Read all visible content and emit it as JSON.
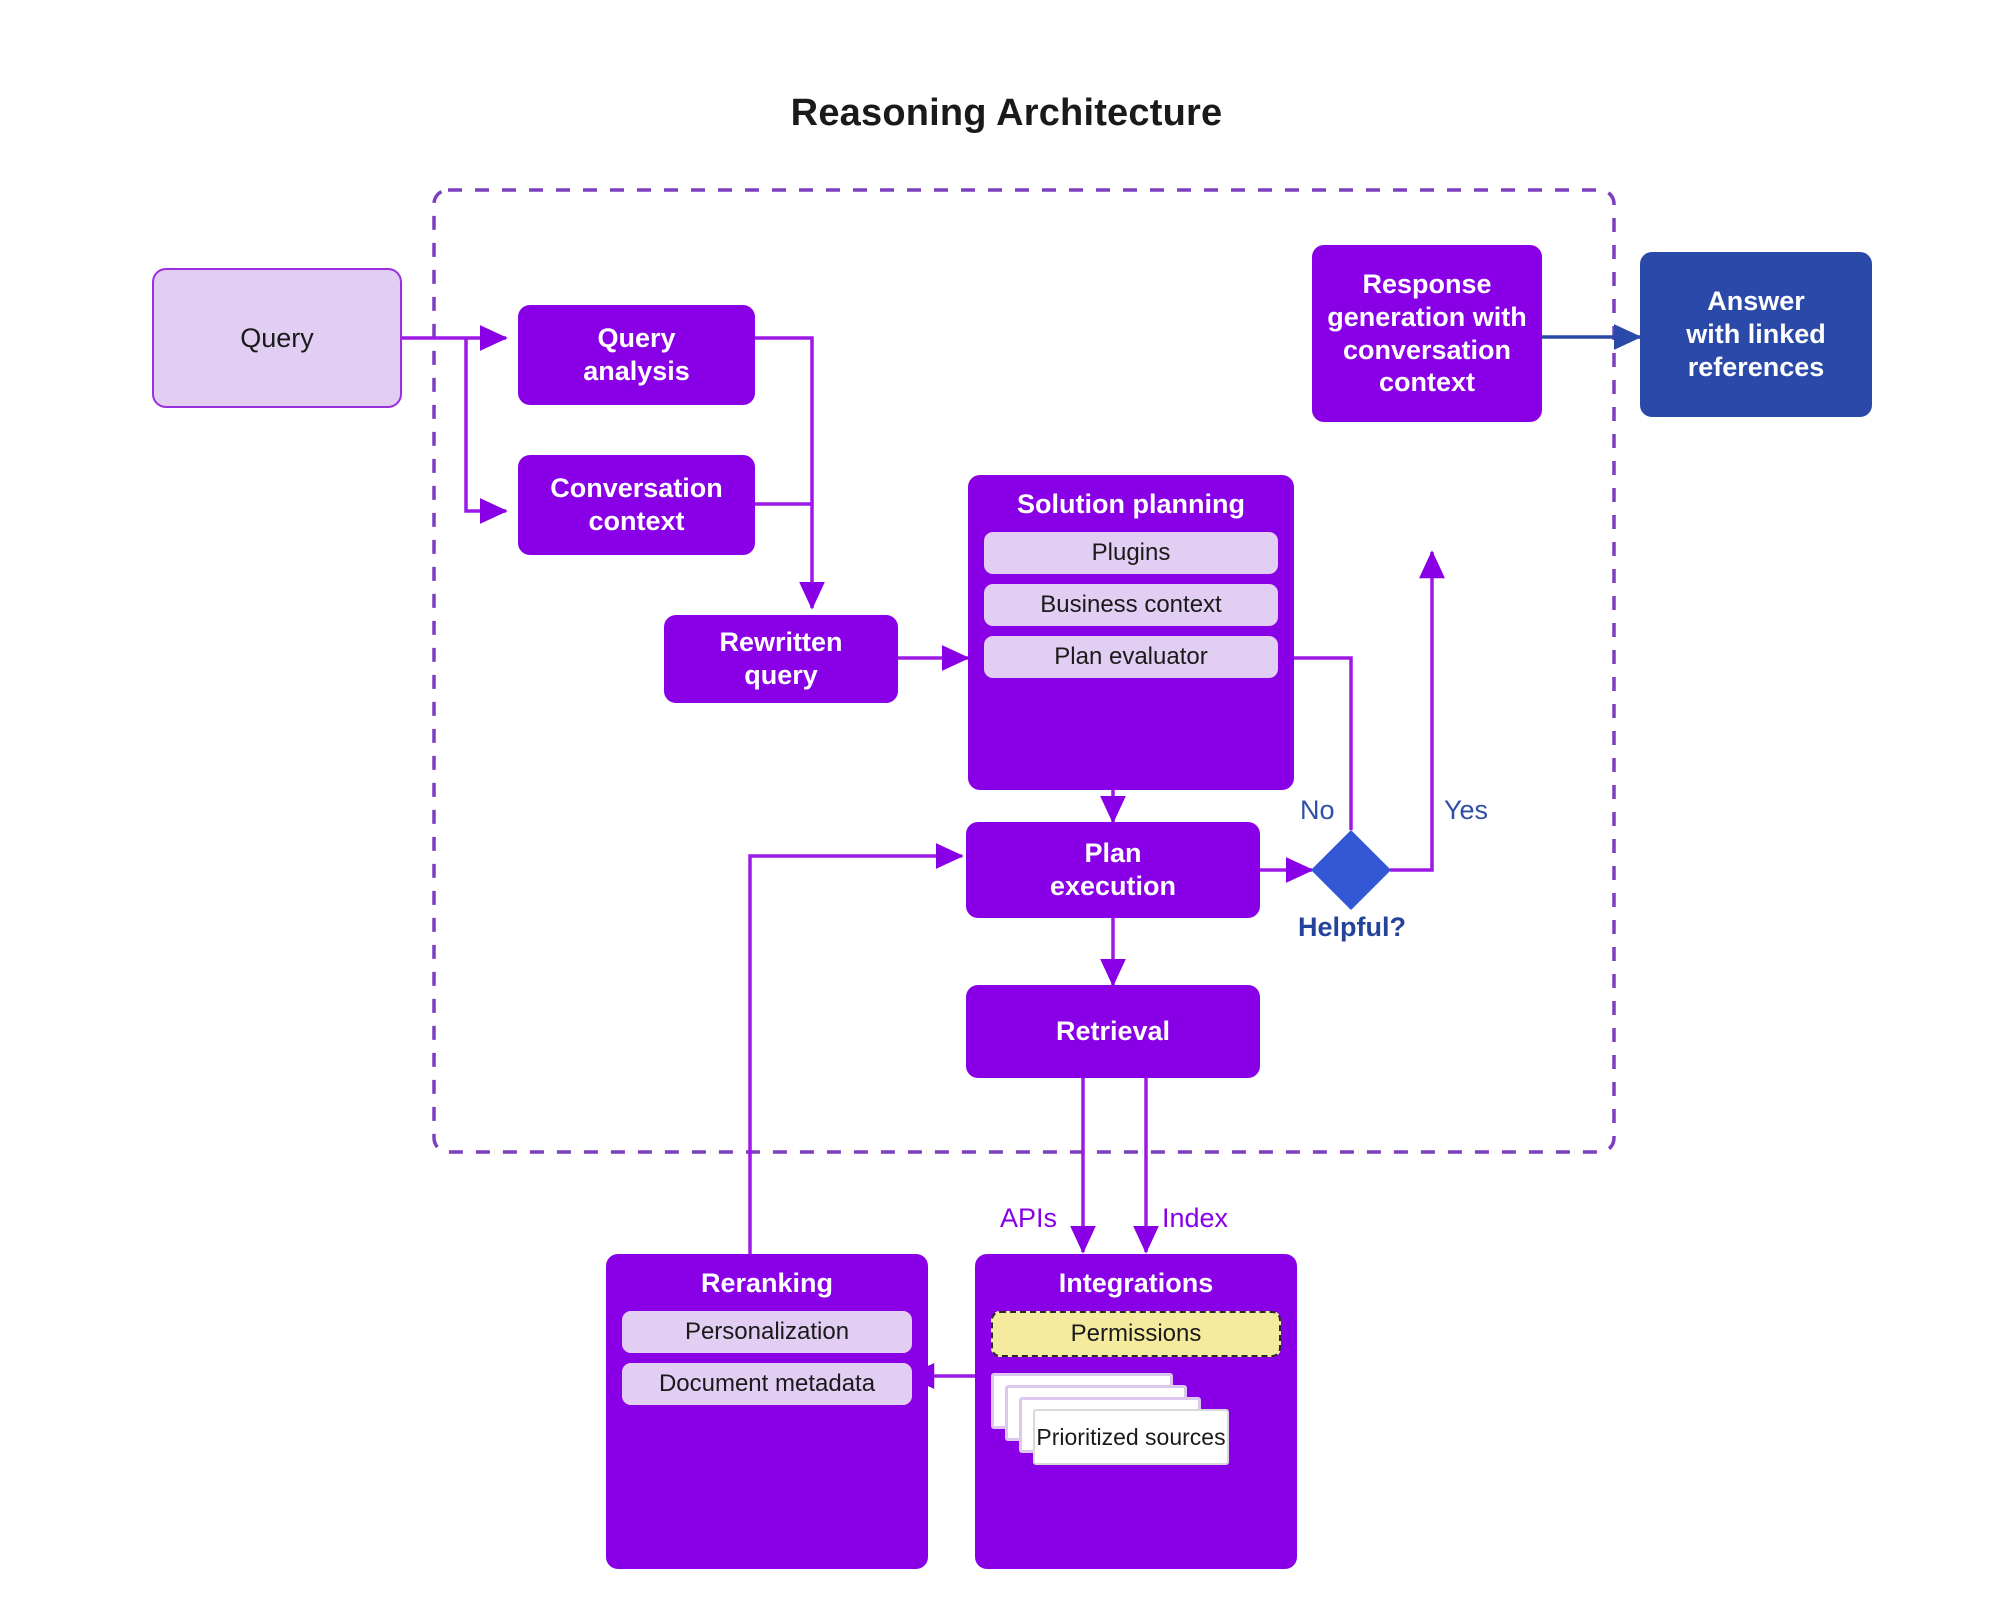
{
  "diagram": {
    "title": "Reasoning Architecture",
    "boundary_name": "reasoning-boundary",
    "colors": {
      "purple": "#8A00E6",
      "lavender": "#E2CDF3",
      "dark_blue": "#2A49A8",
      "diamond_blue": "#3457D5",
      "yellow": "#F5EB9E",
      "text_dark": "#1a1a1a",
      "label_blue": "#2F4FA8",
      "background": "#ffffff"
    }
  },
  "nodes": {
    "query": "Query",
    "query_analysis": "Query\nanalysis",
    "conversation_context": "Conversation\ncontext",
    "rewritten_query": "Rewritten\nquery",
    "solution_planning": {
      "title": "Solution planning",
      "items": [
        "Plugins",
        "Business context",
        "Plan evaluator"
      ]
    },
    "plan_execution": "Plan\nexecution",
    "retrieval": "Retrieval",
    "response_generation": "Response\ngeneration with\nconversation\ncontext",
    "answer": "Answer\nwith linked\nreferences",
    "decision": "Helpful?",
    "reranking": {
      "title": "Reranking",
      "items": [
        "Personalization",
        "Document metadata"
      ]
    },
    "integrations": {
      "title": "Integrations",
      "permissions": "Permissions",
      "prioritized_sources": "Prioritized sources"
    }
  },
  "edge_labels": {
    "no": "No",
    "yes": "Yes",
    "apis": "APIs",
    "index": "Index"
  }
}
